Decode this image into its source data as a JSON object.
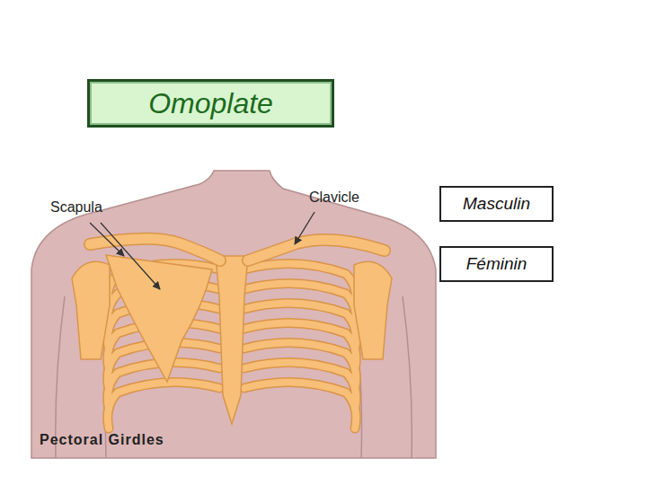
{
  "diagram": {
    "title": "Omoplate",
    "nodes": [
      {
        "text": [
          "Masculin"
        ]
      },
      {
        "text": [
          "Féminin"
        ]
      }
    ],
    "labels": [
      "Scapula",
      "Clavicle",
      "Pectoral Girdles"
    ]
  }
}
